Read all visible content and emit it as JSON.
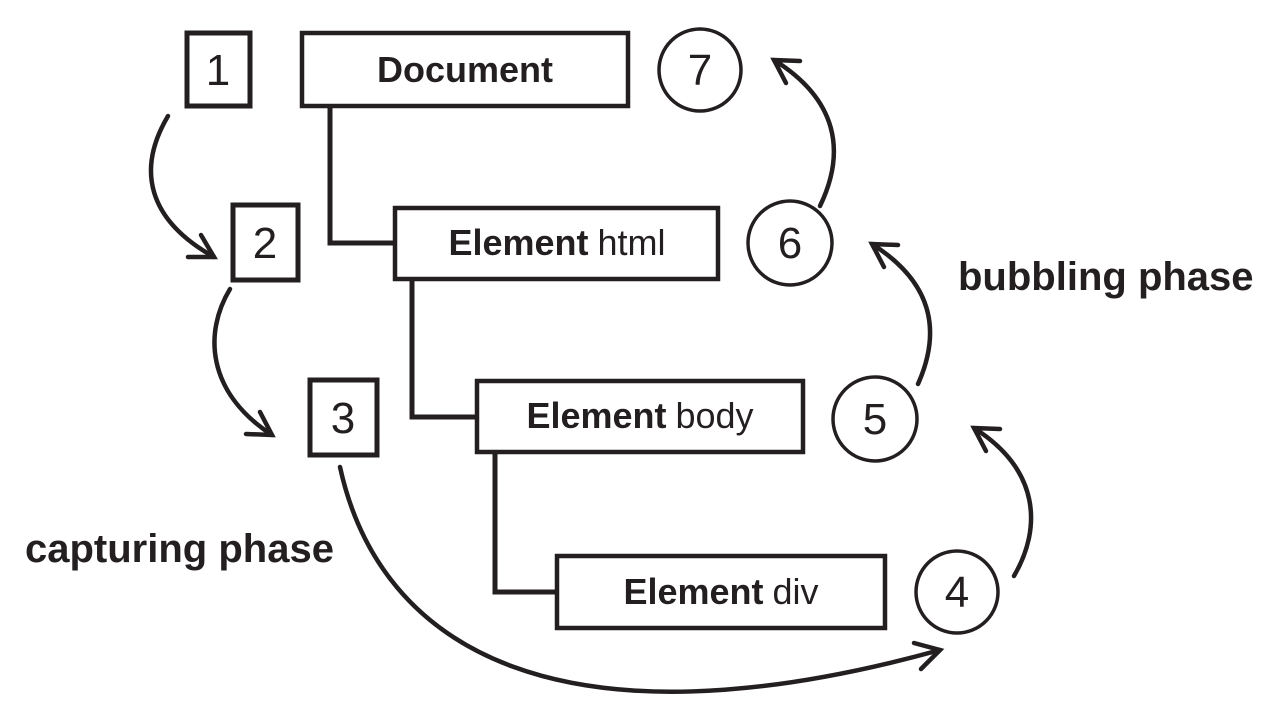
{
  "colors": {
    "ink": "#231f20",
    "background": "#ffffff"
  },
  "labels": {
    "capturing_phase": "capturing phase",
    "bubbling_phase": "bubbling phase"
  },
  "nodes": [
    {
      "bold": "Document",
      "rest": ""
    },
    {
      "bold": "Element",
      "rest": "html"
    },
    {
      "bold": "Element",
      "rest": "body"
    },
    {
      "bold": "Element",
      "rest": "div"
    }
  ],
  "markers": [
    {
      "label": "1",
      "shape": "square",
      "phase": "capturing"
    },
    {
      "label": "2",
      "shape": "square",
      "phase": "capturing"
    },
    {
      "label": "3",
      "shape": "square",
      "phase": "capturing"
    },
    {
      "label": "4",
      "shape": "circle",
      "phase": "target"
    },
    {
      "label": "5",
      "shape": "circle",
      "phase": "bubbling"
    },
    {
      "label": "6",
      "shape": "circle",
      "phase": "bubbling"
    },
    {
      "label": "7",
      "shape": "circle",
      "phase": "bubbling"
    }
  ]
}
